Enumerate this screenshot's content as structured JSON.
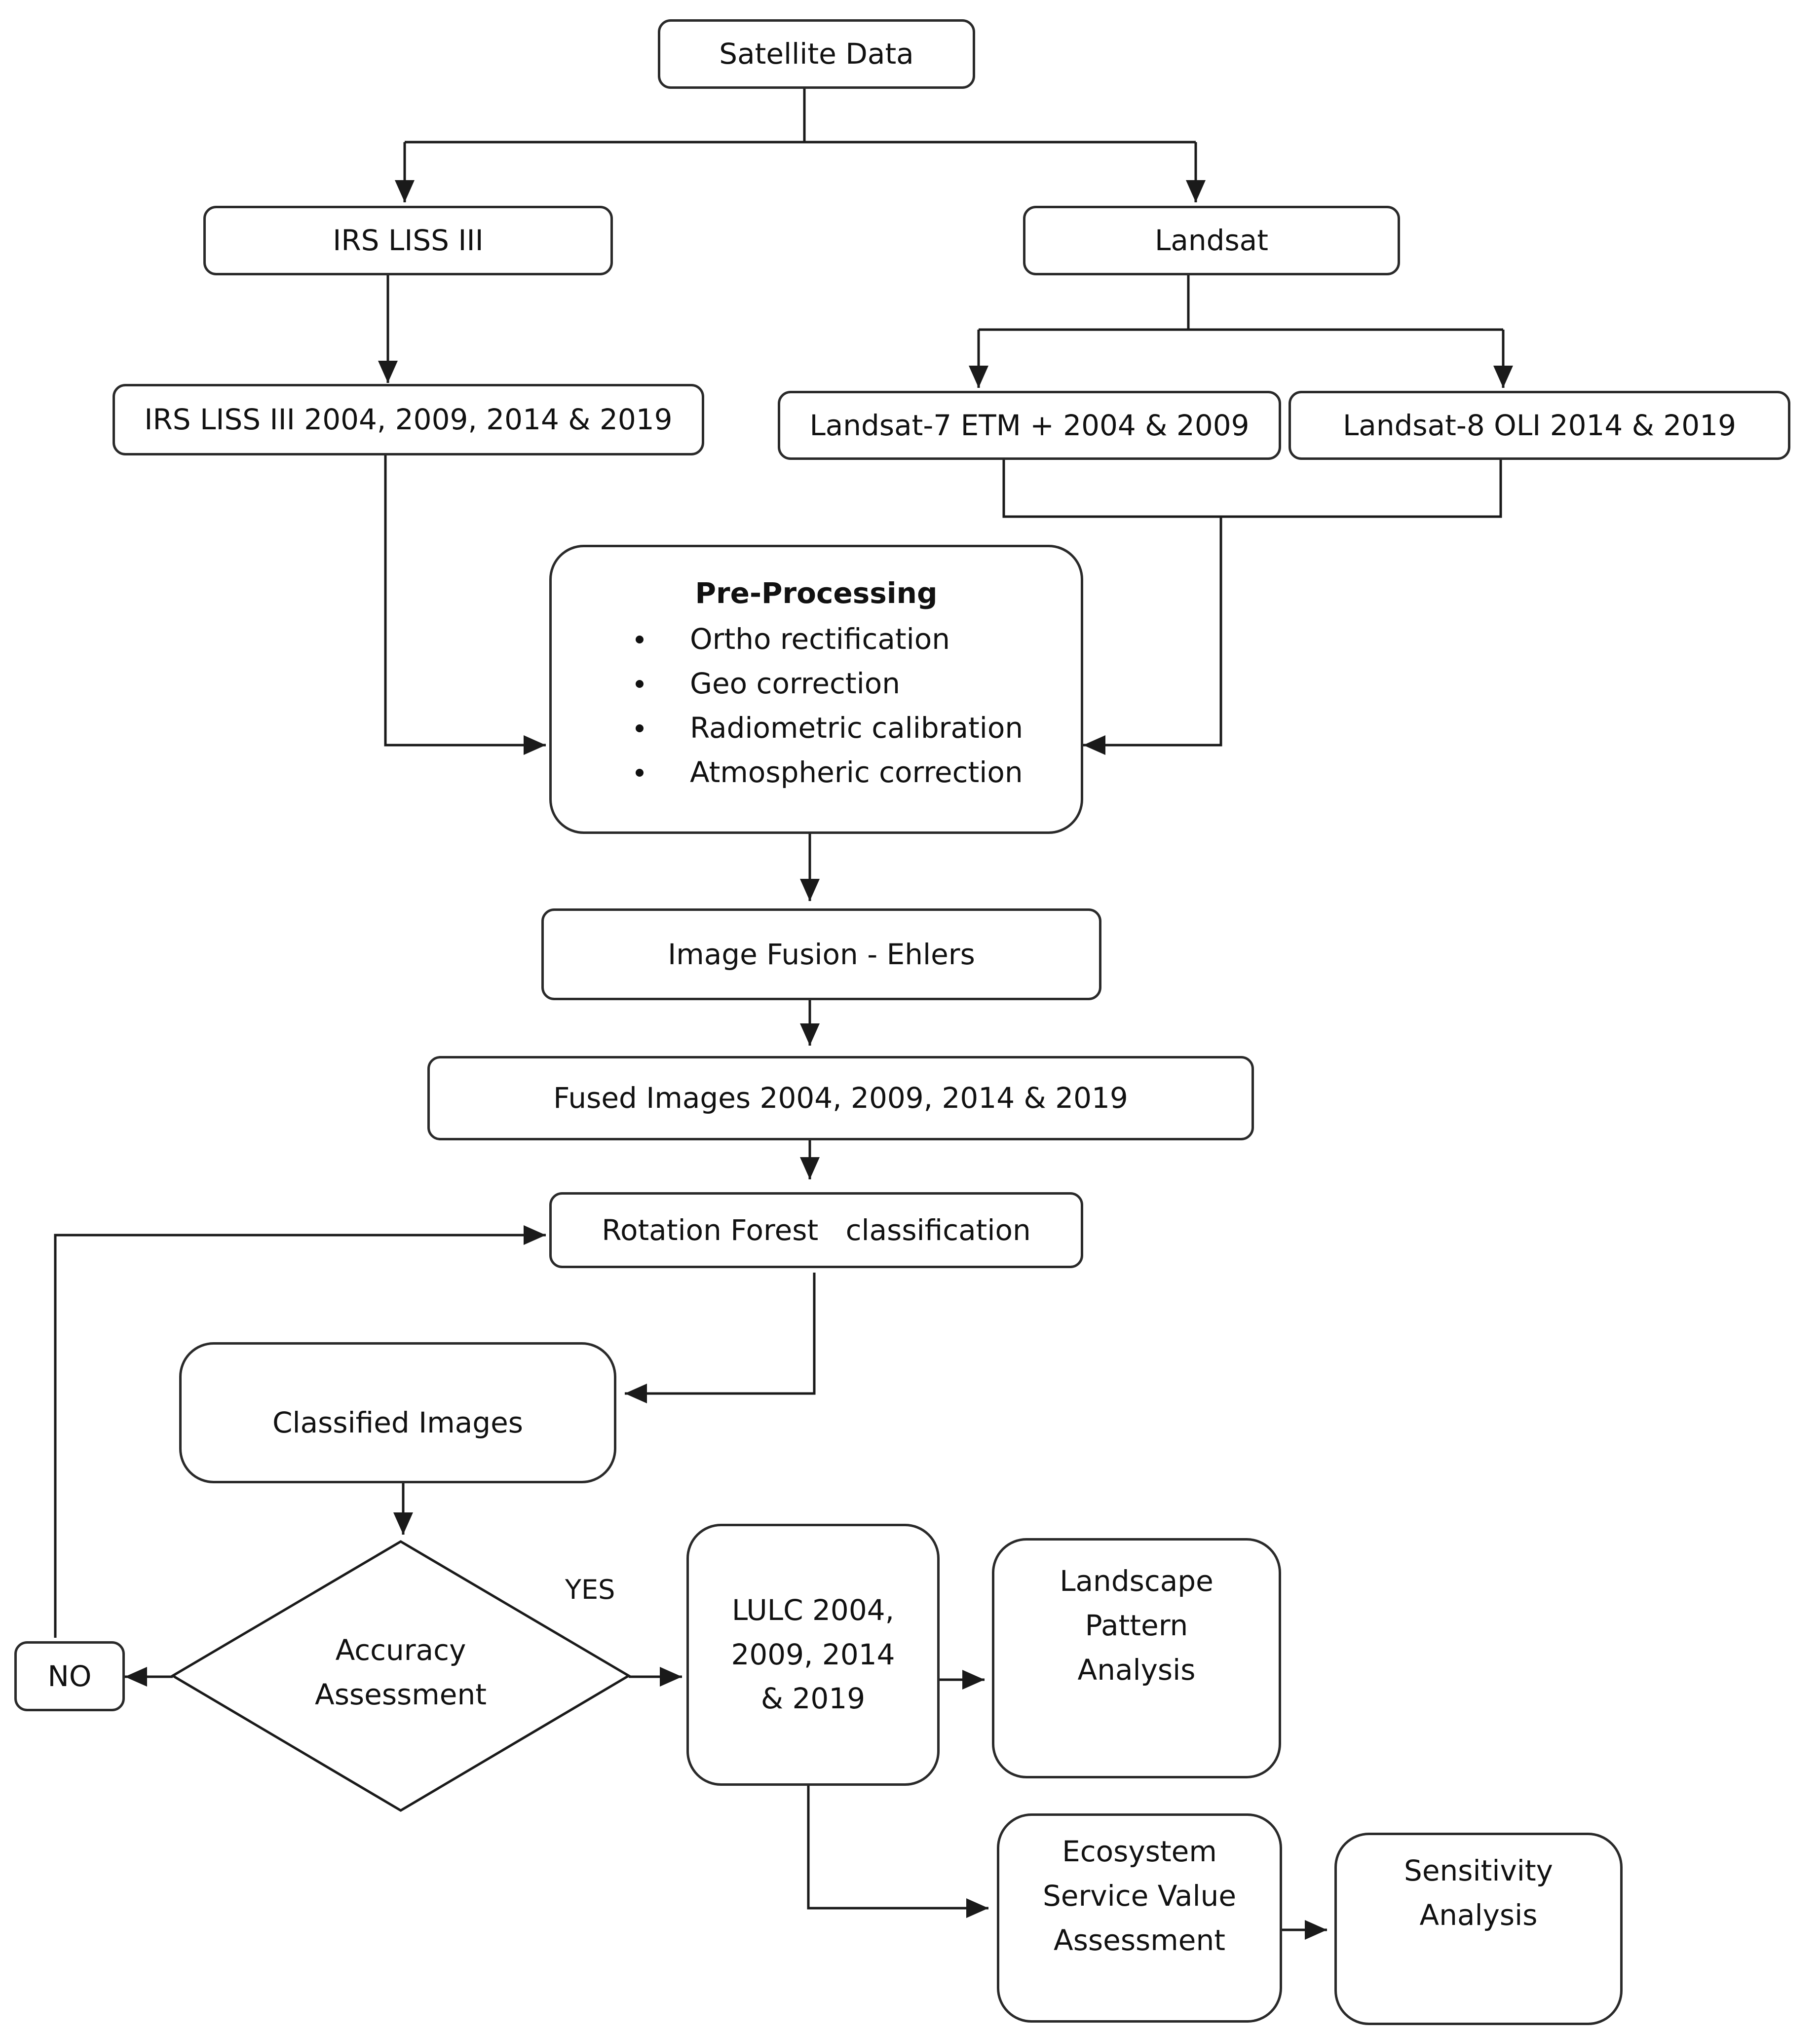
{
  "nodes": {
    "satellite_data": "Satellite Data",
    "irs_liss": "IRS LISS III",
    "landsat": "Landsat",
    "irs_years": "IRS LISS III 2004,  2009,  2014  & 2019",
    "landsat7": "Landsat-7 ETM + 2004 & 2009",
    "landsat8": "Landsat-8 OLI 2014 & 2019",
    "preprocessing": {
      "title": "Pre-Processing",
      "items": [
        "Ortho rectification",
        "Geo correction",
        "Radiometric calibration",
        "Atmospheric correction"
      ]
    },
    "image_fusion": "Image Fusion - Ehlers",
    "fused_images": "Fused Images 2004, 2009, 2014 & 2019",
    "rotation_forest": "Rotation Forest   classification",
    "classified_images": "Classified Images",
    "accuracy": [
      "Accuracy",
      "Assessment"
    ],
    "no": "NO",
    "yes": "YES",
    "lulc": [
      "LULC 2004,",
      "2009,  2014",
      "& 2019"
    ],
    "landscape": [
      "Landscape",
      "Pattern",
      "Analysis"
    ],
    "ecosystem": [
      "Ecosystem",
      "Service Value",
      "Assessment"
    ],
    "sensitivity": [
      "Sensitivity",
      "Analysis"
    ]
  },
  "colors": {
    "line": "#1a1a1a",
    "border": "#2a2a2a",
    "text": "#111111"
  }
}
